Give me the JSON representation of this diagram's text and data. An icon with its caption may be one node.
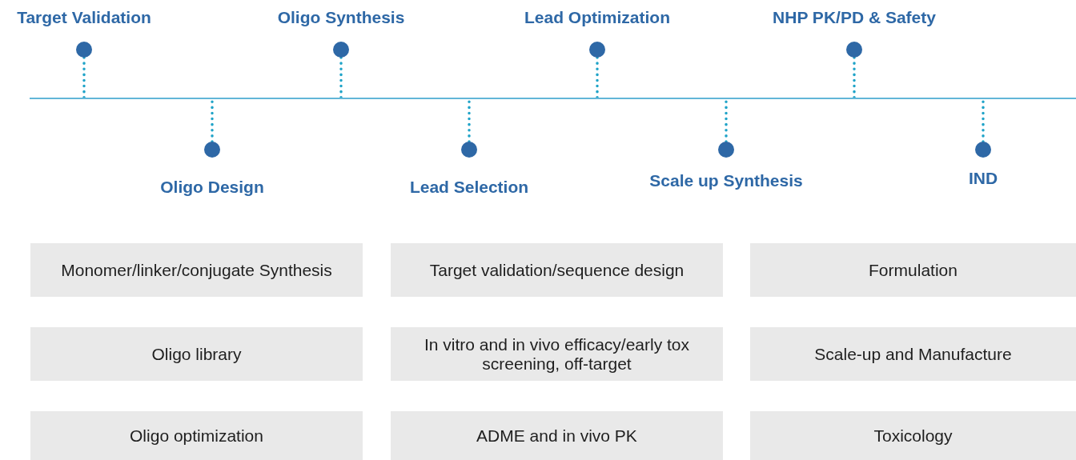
{
  "diagram": {
    "nodes": [
      {
        "text": [],
        "shape": "bar"
      },
      {
        "text": [],
        "shape": "circle",
        "beside": [
          "Target Validation"
        ]
      },
      {
        "text": [],
        "shape": "circle",
        "beside": [
          "Oligo Design"
        ]
      },
      {
        "text": [],
        "shape": "circle",
        "beside": [
          "Oligo Synthesis"
        ]
      },
      {
        "text": [],
        "shape": "circle",
        "beside": [
          "Lead Selection"
        ]
      },
      {
        "text": [],
        "shape": "circle",
        "beside": [
          "Lead Optimization"
        ]
      },
      {
        "text": [],
        "shape": "circle",
        "beside": [
          "Scale up Synthesis"
        ]
      },
      {
        "text": [],
        "shape": "circle",
        "beside": [
          "NHP PK/PD & Safety"
        ]
      },
      {
        "text": [],
        "shape": "circle",
        "beside": [
          "IND"
        ]
      },
      {
        "text": [
          "Monomer/linker/conjugate Synthesis"
        ]
      },
      {
        "text": [
          "Target validation/sequence design"
        ]
      },
      {
        "text": [
          "Formulation"
        ]
      },
      {
        "text": [
          "Oligo library"
        ]
      },
      {
        "text": [
          "In vitro and in vivo efficacy/early tox screening, off-target"
        ]
      },
      {
        "text": [
          "Scale-up and Manufacture"
        ]
      },
      {
        "text": [
          "Oligo optimization"
        ]
      },
      {
        "text": [
          "ADME and in vivo PK"
        ]
      },
      {
        "text": [
          "Toxicology"
        ]
      }
    ],
    "edges": [
      {
        "from": 1,
        "to": 0,
        "arrow": "none",
        "style": "dashed"
      },
      {
        "from": 2,
        "to": 0,
        "arrow": "none",
        "style": "dashed"
      },
      {
        "from": 3,
        "to": 0,
        "arrow": "none",
        "style": "dashed"
      },
      {
        "from": 4,
        "to": 0,
        "arrow": "none",
        "style": "dashed"
      },
      {
        "from": 5,
        "to": 0,
        "arrow": "none",
        "style": "dashed"
      },
      {
        "from": 6,
        "to": 0,
        "arrow": "none",
        "style": "dashed"
      },
      {
        "from": 7,
        "to": 0,
        "arrow": "none",
        "style": "dashed"
      },
      {
        "from": 8,
        "to": 0,
        "arrow": "none",
        "style": "dashed"
      }
    ]
  }
}
